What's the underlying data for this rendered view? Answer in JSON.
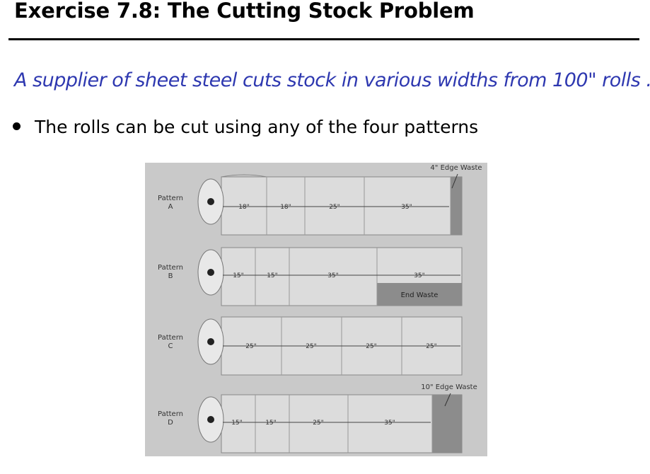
{
  "slide": {
    "title": "Exercise 7.8: The Cutting Stock Problem",
    "intro": "A supplier of sheet steel cuts stock in various widths from 100\" rolls . . .",
    "bullet": "The rolls can be cut using any of the four patterns"
  },
  "figure": {
    "patterns": [
      {
        "label_line1": "Pattern",
        "label_line2": "A",
        "cuts": [
          "18\"",
          "18\"",
          "25\"",
          "35\""
        ],
        "waste_note": "4\" Edge Waste"
      },
      {
        "label_line1": "Pattern",
        "label_line2": "B",
        "cuts": [
          "15\"",
          "15\"",
          "35\"",
          "35\""
        ],
        "waste_note": "End Waste"
      },
      {
        "label_line1": "Pattern",
        "label_line2": "C",
        "cuts": [
          "25\"",
          "25\"",
          "25\"",
          "25\""
        ],
        "waste_note": ""
      },
      {
        "label_line1": "Pattern",
        "label_line2": "D",
        "cuts": [
          "15\"",
          "15\"",
          "25\"",
          "35\""
        ],
        "waste_note": "10\" Edge Waste"
      }
    ]
  }
}
